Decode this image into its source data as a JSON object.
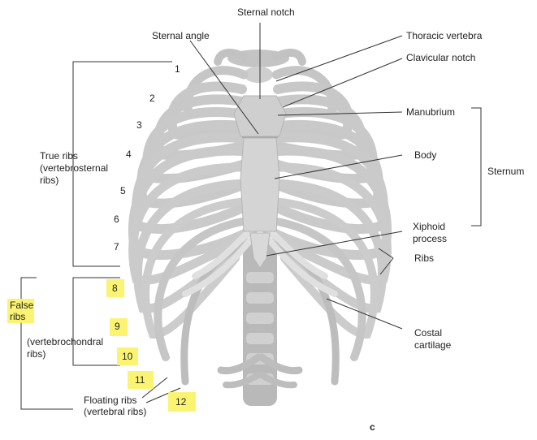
{
  "labels": {
    "sternal_notch": "Sternal notch",
    "sternal_angle": "Sternal angle",
    "thoracic_vertebra": "Thoracic vertebra",
    "clavicular_notch": "Clavicular notch",
    "manubrium": "Manubrium",
    "body": "Body",
    "sternum": "Sternum",
    "xiphoid_line1": "Xiphoid",
    "xiphoid_line2": "process",
    "ribs": "Ribs",
    "costal_line1": "Costal",
    "costal_line2": "cartilage",
    "true_ribs_line1": "True ribs",
    "true_ribs_line2": "(vertebrosternal",
    "true_ribs_line3": "ribs)",
    "false_line1": "False",
    "false_line2": "ribs",
    "vertebrochondral_line1": "(vertebrochondral",
    "vertebrochondral_line2": "ribs)",
    "floating_line1": "Floating ribs",
    "floating_line2": "(vertebral ribs)",
    "panel_letter": "c"
  },
  "rib_numbers": [
    "1",
    "2",
    "3",
    "4",
    "5",
    "6",
    "7",
    "8",
    "9",
    "10",
    "11",
    "12"
  ],
  "colors": {
    "bone": "#c9c9c9",
    "bone_shadow": "#9b9b9b",
    "cartilage": "#dedede",
    "highlight": "#fbf36b",
    "leader": "#333333"
  }
}
